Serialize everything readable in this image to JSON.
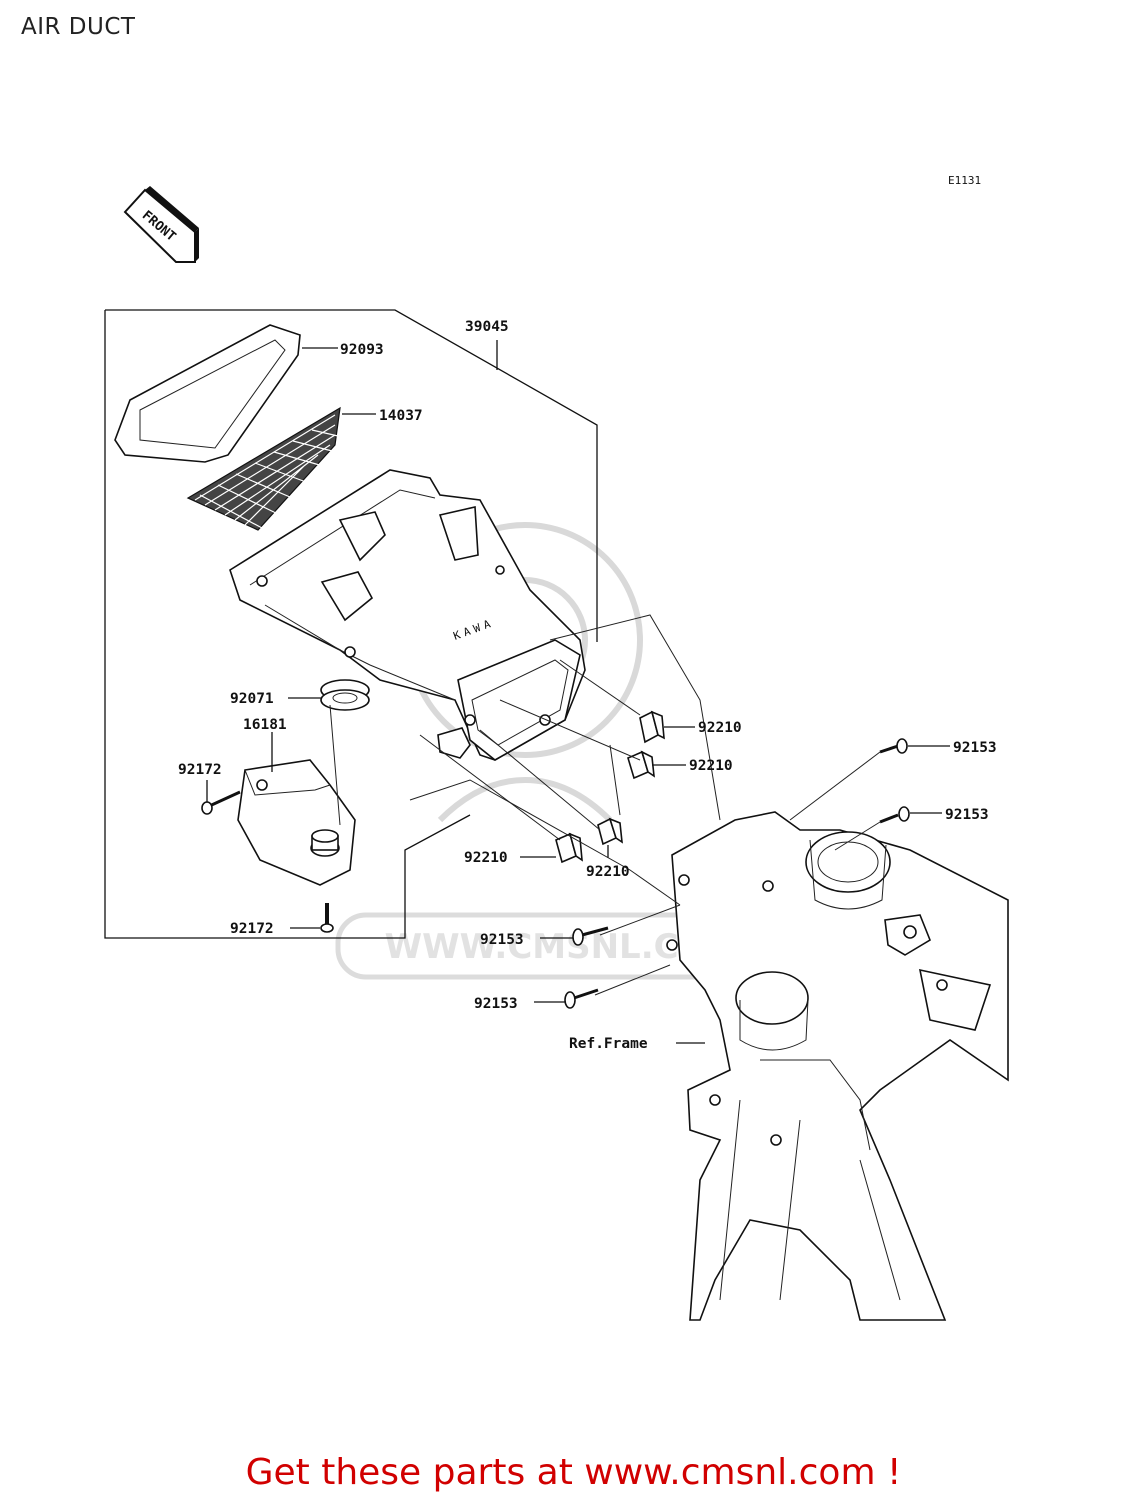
{
  "title": "AIR DUCT",
  "diagram_code": "E1131",
  "front_label": "FRONT",
  "watermark_text": "WWW.CMSNL.COM",
  "promo_text": "Get these parts at www.cmsnl.com !",
  "colors": {
    "promo": "#d10000",
    "line": "#111111",
    "watermark": "#d9d9d9"
  },
  "callouts": {
    "p39045": "39045",
    "p92093": "92093",
    "p14037": "14037",
    "p92071": "92071",
    "p16181": "16181",
    "p92172a": "92172",
    "p92172b": "92172",
    "p92210a": "92210",
    "p92210b": "92210",
    "p92210c": "92210",
    "p92210d": "92210",
    "p92153a": "92153",
    "p92153b": "92153",
    "p92153c": "92153",
    "p92153d": "92153",
    "ref_frame": "Ref.Frame"
  }
}
